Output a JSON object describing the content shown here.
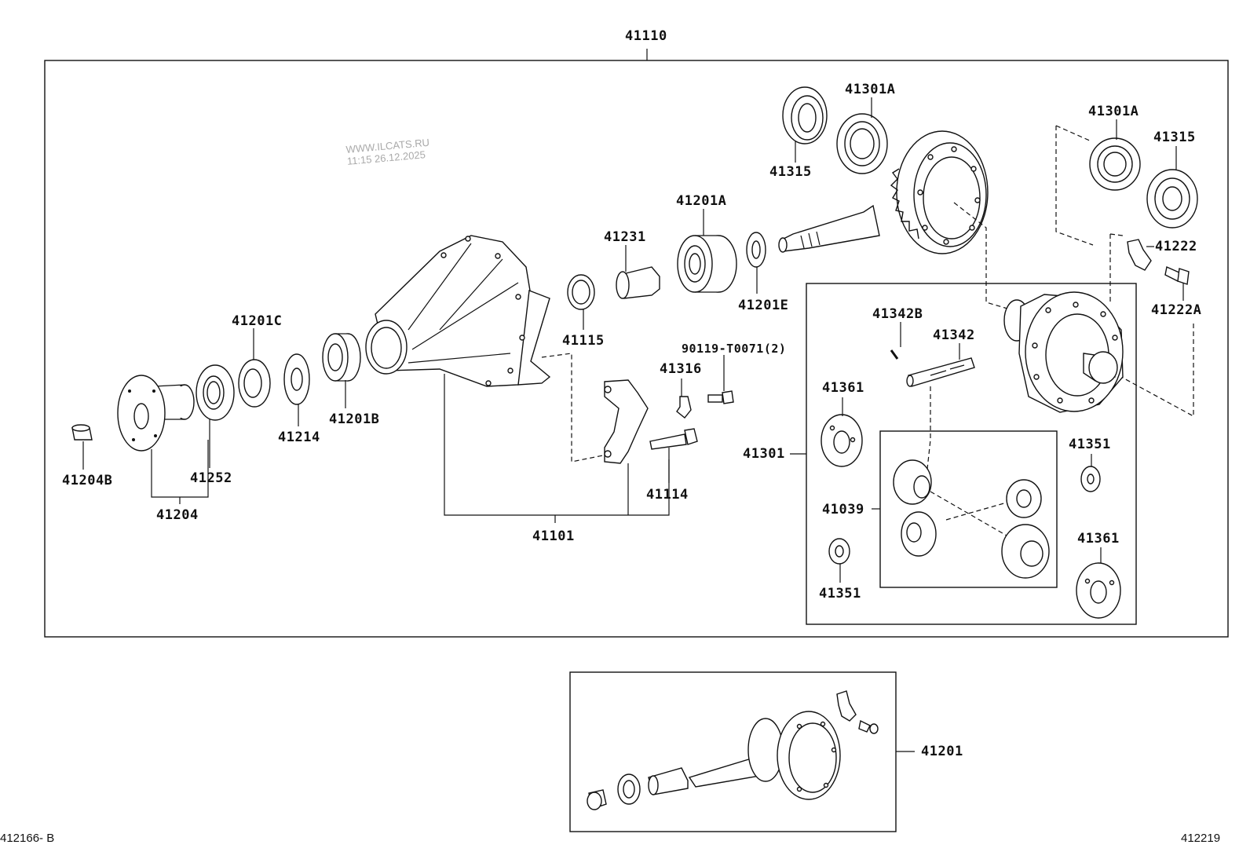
{
  "labels": {
    "p41110": "41110",
    "p41301A_top": "41301A",
    "p41315_top": "41315",
    "p41301A_right": "41301A",
    "p41315_right": "41315",
    "p41222": "41222",
    "p41222A": "41222A",
    "p41201A": "41201A",
    "p41231": "41231",
    "p41201E": "41201E",
    "p41115": "41115",
    "p41201C": "41201C",
    "p41214": "41214",
    "p41201B": "41201B",
    "p41252": "41252",
    "p41204B": "41204B",
    "p41204": "41204",
    "p41316": "41316",
    "p90119": "90119-T0071(2)",
    "p41114": "41114",
    "p41101": "41101",
    "p41342B": "41342B",
    "p41342": "41342",
    "p41361_left": "41361",
    "p41301": "41301",
    "p41039": "41039",
    "p41351_left": "41351",
    "p41351_right": "41351",
    "p41361_right": "41361",
    "p41201": "41201"
  },
  "watermark": {
    "line1": "WWW.ILCATS.RU",
    "line2": "11:15 26.12.2025"
  },
  "codes": {
    "left": "412166- B",
    "right": "412219"
  }
}
